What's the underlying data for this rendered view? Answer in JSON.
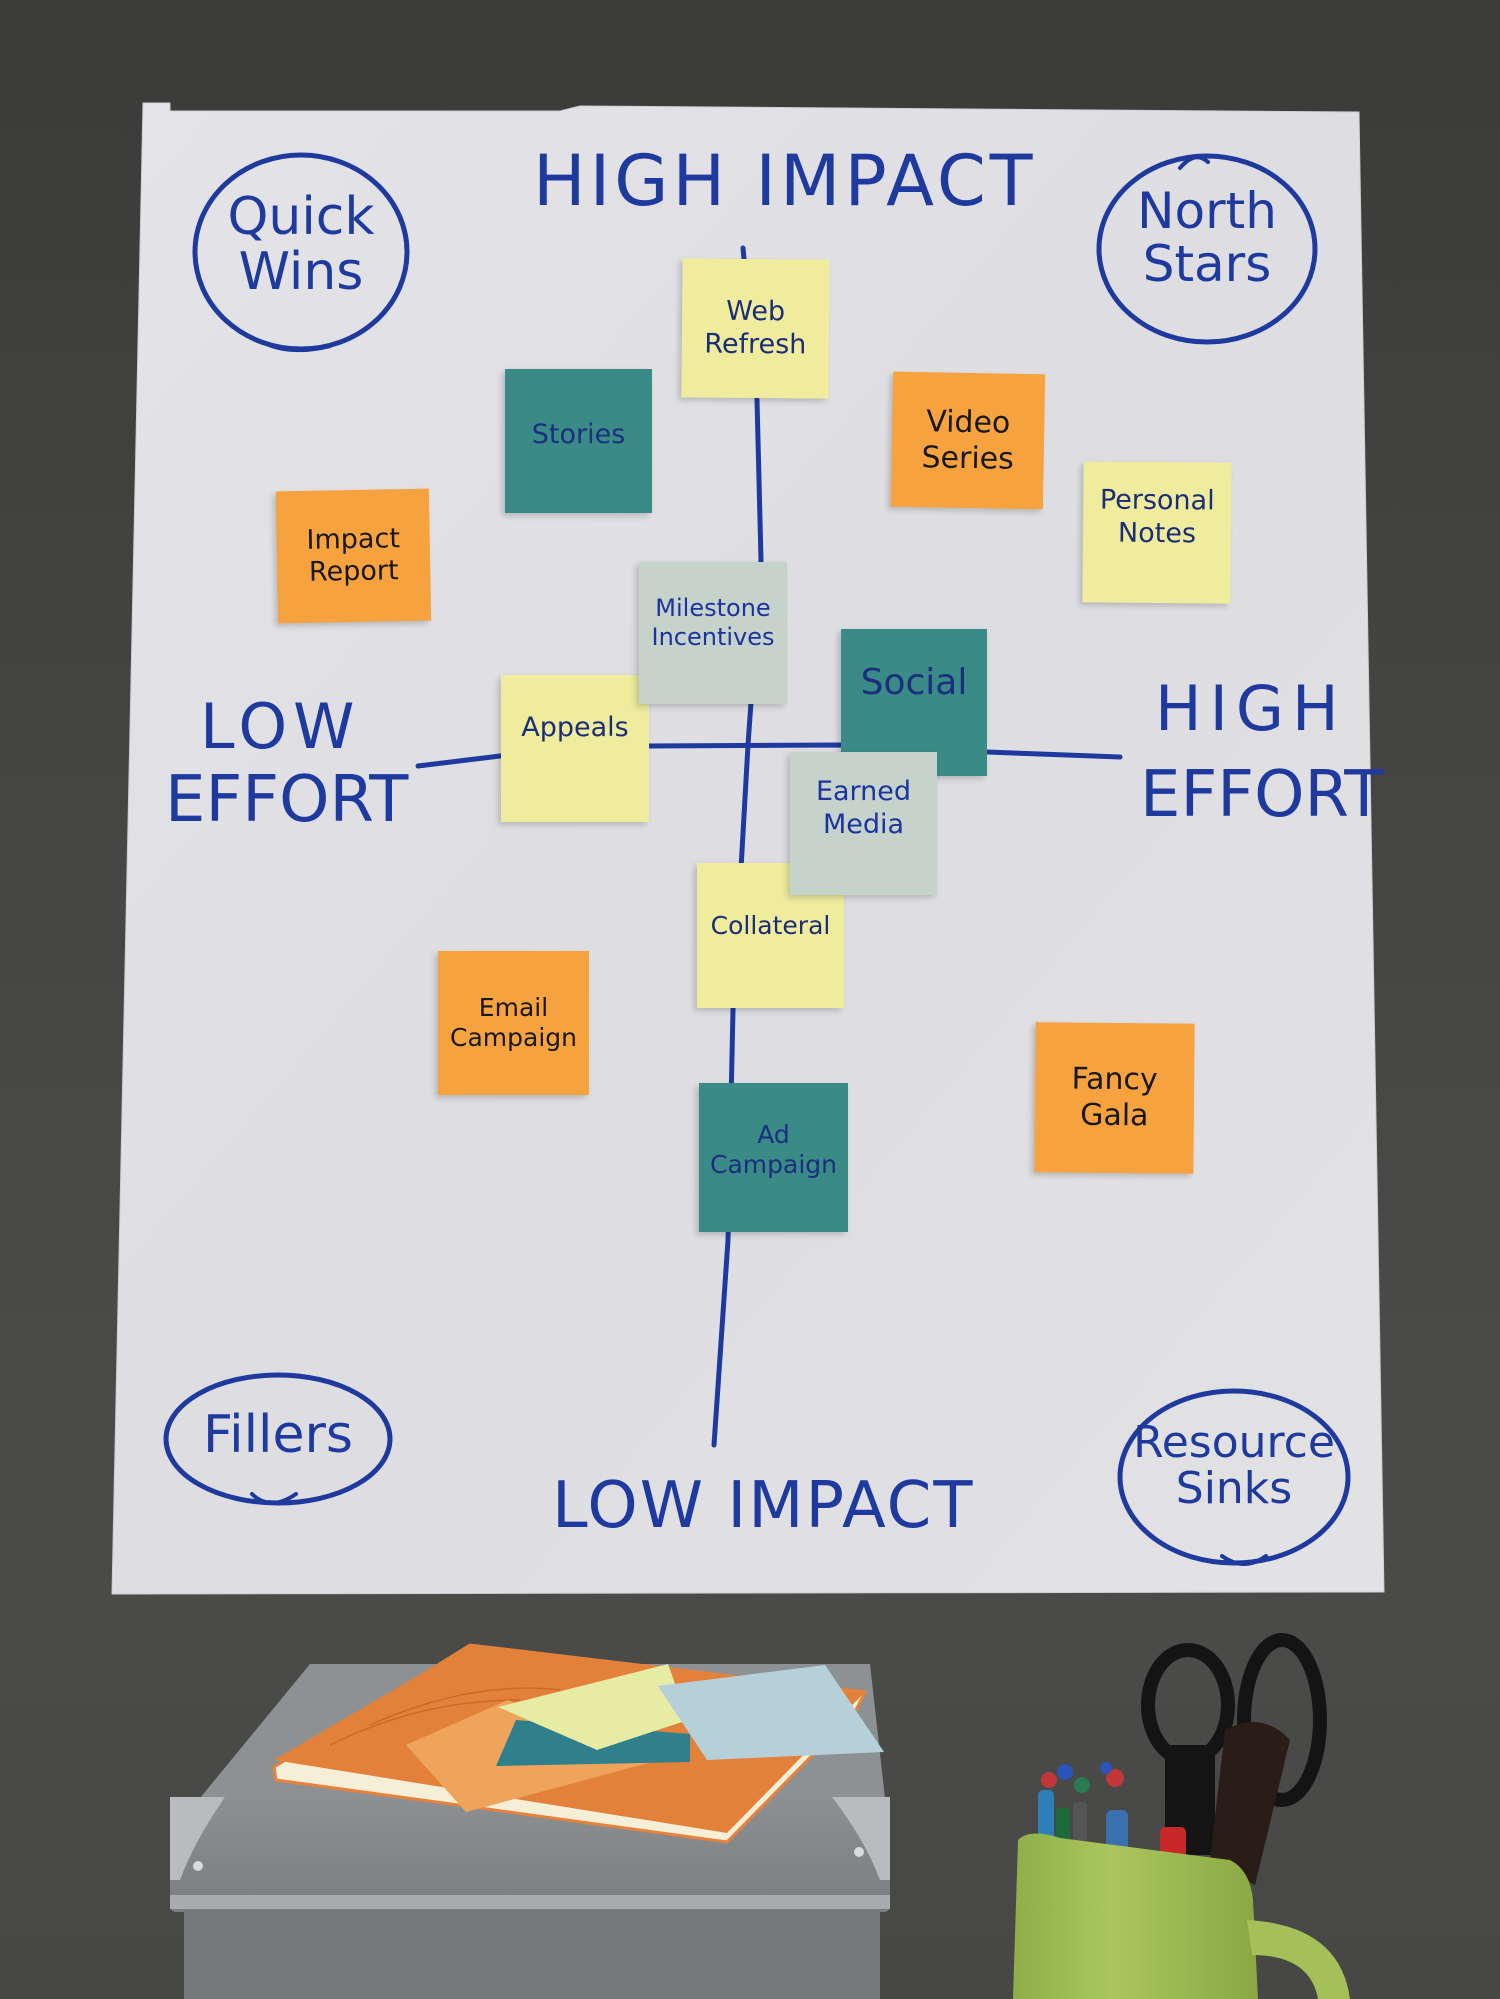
{
  "board": {
    "axes": {
      "top": "HIGH IMPACT",
      "bottom": "LOW IMPACT",
      "left_line1": "LOW",
      "left_line2": "EFFORT",
      "right_line1": "HIGH",
      "right_line2": "EFFORT"
    },
    "quadrants": {
      "top_left": {
        "line1": "Quick",
        "line2": "Wins"
      },
      "top_right": {
        "line1": "North",
        "line2": "Stars"
      },
      "bottom_left": {
        "line1": "Fillers"
      },
      "bottom_right": {
        "line1": "Resource",
        "line2": "Sinks"
      }
    },
    "notes": [
      {
        "label": "Web\nRefresh",
        "color": "yellow"
      },
      {
        "label": "Stories",
        "color": "teal"
      },
      {
        "label": "Video\nSeries",
        "color": "orange"
      },
      {
        "label": "Personal\nNotes",
        "color": "yellow"
      },
      {
        "label": "Impact\nReport",
        "color": "orange"
      },
      {
        "label": "Appeals",
        "color": "yellow"
      },
      {
        "label": "Milestone\nIncentives",
        "color": "sage"
      },
      {
        "label": "Social",
        "color": "teal"
      },
      {
        "label": "Collateral",
        "color": "yellow"
      },
      {
        "label": "Earned\nMedia",
        "color": "sage"
      },
      {
        "label": "Email\nCampaign",
        "color": "orange"
      },
      {
        "label": "Ad\nCampaign",
        "color": "teal"
      },
      {
        "label": "Fancy\nGala",
        "color": "orange"
      }
    ]
  },
  "colors": {
    "marker_blue": "#1f3a9e",
    "paper": "#dfdfe3",
    "wall": "#474745",
    "note_yellow": "#efec9e",
    "note_orange": "#f6a23e",
    "note_teal": "#3a8a88",
    "note_sage": "#c6d3cb"
  }
}
